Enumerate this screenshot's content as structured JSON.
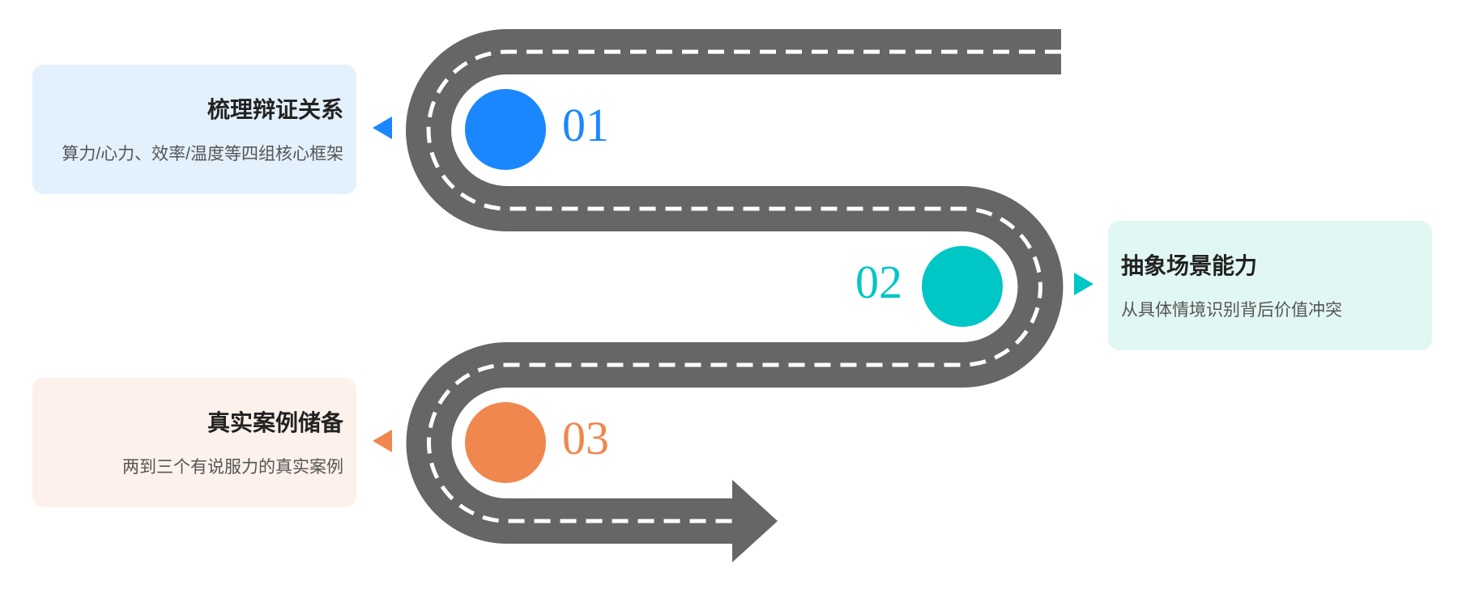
{
  "steps": [
    {
      "number": "01",
      "title": "梳理辩证关系",
      "description": "算力/心力、效率/温度等四组核心框架",
      "color": "#1A87FF",
      "card_bg": "#E3F1FD"
    },
    {
      "number": "02",
      "title": "抽象场景能力",
      "description": "从具体情境识别背后价值冲突",
      "color": "#00C6C6",
      "card_bg": "#E1F7F4"
    },
    {
      "number": "03",
      "title": "真实案例储备",
      "description": "两到三个有说服力的真实案例",
      "color": "#F0874E",
      "card_bg": "#FCF1EB"
    }
  ],
  "road": {
    "color": "#666666",
    "dash_color": "#ffffff"
  }
}
